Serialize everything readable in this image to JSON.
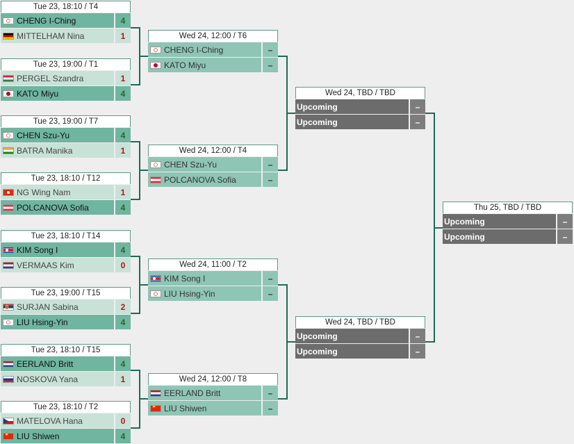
{
  "colors": {
    "win": "#6fb5a0",
    "lose": "#c9e2d8",
    "pending": "#8fc5b5",
    "upcoming": "#6c6c6c",
    "connector": "#1e6a57"
  },
  "round1": [
    {
      "header": "Tue 23, 18:10 / T4",
      "p1": {
        "name": "CHENG I-Ching",
        "flag": "tpe-flag-icon",
        "score": "4",
        "result": "win"
      },
      "p2": {
        "name": "MITTELHAM Nina",
        "flag": "germany-flag-icon",
        "score": "1",
        "result": "lose"
      }
    },
    {
      "header": "Tue 23, 19:00 / T1",
      "p1": {
        "name": "PERGEL Szandra",
        "flag": "hungary-flag-icon",
        "score": "1",
        "result": "lose"
      },
      "p2": {
        "name": "KATO Miyu",
        "flag": "japan-flag-icon",
        "score": "4",
        "result": "win"
      }
    },
    {
      "header": "Tue 23, 19:00 / T7",
      "p1": {
        "name": "CHEN Szu-Yu",
        "flag": "tpe-flag-icon",
        "score": "4",
        "result": "win"
      },
      "p2": {
        "name": "BATRA Manika",
        "flag": "india-flag-icon",
        "score": "1",
        "result": "lose"
      }
    },
    {
      "header": "Tue 23, 18:10 / T12",
      "p1": {
        "name": "NG Wing Nam",
        "flag": "hong-kong-flag-icon",
        "score": "1",
        "result": "lose"
      },
      "p2": {
        "name": "POLCANOVA Sofia",
        "flag": "austria-flag-icon",
        "score": "4",
        "result": "win"
      }
    },
    {
      "header": "Tue 23, 18:10 / T14",
      "p1": {
        "name": "KIM Song I",
        "flag": "north-korea-flag-icon",
        "score": "4",
        "result": "win"
      },
      "p2": {
        "name": "VERMAAS Kim",
        "flag": "netherlands-flag-icon",
        "score": "0",
        "result": "lose"
      }
    },
    {
      "header": "Tue 23, 19:00 / T15",
      "p1": {
        "name": "SURJAN Sabina",
        "flag": "serbia-flag-icon",
        "score": "2",
        "result": "lose"
      },
      "p2": {
        "name": "LIU Hsing-Yin",
        "flag": "tpe-flag-icon",
        "score": "4",
        "result": "win"
      }
    },
    {
      "header": "Tue 23, 18:10 / T15",
      "p1": {
        "name": "EERLAND Britt",
        "flag": "netherlands-flag-icon",
        "score": "4",
        "result": "win"
      },
      "p2": {
        "name": "NOSKOVA Yana",
        "flag": "russia-flag-icon",
        "score": "1",
        "result": "lose"
      }
    },
    {
      "header": "Tue 23, 18:10 / T2",
      "p1": {
        "name": "MATELOVA Hana",
        "flag": "czech-flag-icon",
        "score": "0",
        "result": "lose"
      },
      "p2": {
        "name": "LIU Shiwen",
        "flag": "china-flag-icon",
        "score": "4",
        "result": "win"
      }
    }
  ],
  "round2": [
    {
      "header": "Wed 24, 12:00 / T6",
      "p1": {
        "name": "CHENG I-Ching",
        "flag": "tpe-flag-icon",
        "score": "–"
      },
      "p2": {
        "name": "KATO Miyu",
        "flag": "japan-flag-icon",
        "score": "–"
      }
    },
    {
      "header": "Wed 24, 12:00 / T4",
      "p1": {
        "name": "CHEN Szu-Yu",
        "flag": "tpe-flag-icon",
        "score": "–"
      },
      "p2": {
        "name": "POLCANOVA Sofia",
        "flag": "austria-flag-icon",
        "score": "–"
      }
    },
    {
      "header": "Wed 24, 11:00 / T2",
      "p1": {
        "name": "KIM Song I",
        "flag": "north-korea-flag-icon",
        "score": "–"
      },
      "p2": {
        "name": "LIU Hsing-Yin",
        "flag": "tpe-flag-icon",
        "score": "–"
      }
    },
    {
      "header": "Wed 24, 12:00 / T8",
      "p1": {
        "name": "EERLAND Britt",
        "flag": "netherlands-flag-icon",
        "score": "–"
      },
      "p2": {
        "name": "LIU Shiwen",
        "flag": "china-flag-icon",
        "score": "–"
      }
    }
  ],
  "round3": [
    {
      "header": "Wed 24, TBD / TBD",
      "p1": {
        "name": "Upcoming",
        "score": "–"
      },
      "p2": {
        "name": "Upcoming",
        "score": "–"
      }
    },
    {
      "header": "Wed 24, TBD / TBD",
      "p1": {
        "name": "Upcoming",
        "score": "–"
      },
      "p2": {
        "name": "Upcoming",
        "score": "–"
      }
    }
  ],
  "round4": [
    {
      "header": "Thu 25, TBD / TBD",
      "p1": {
        "name": "Upcoming",
        "score": "–"
      },
      "p2": {
        "name": "Upcoming",
        "score": "–"
      }
    }
  ]
}
